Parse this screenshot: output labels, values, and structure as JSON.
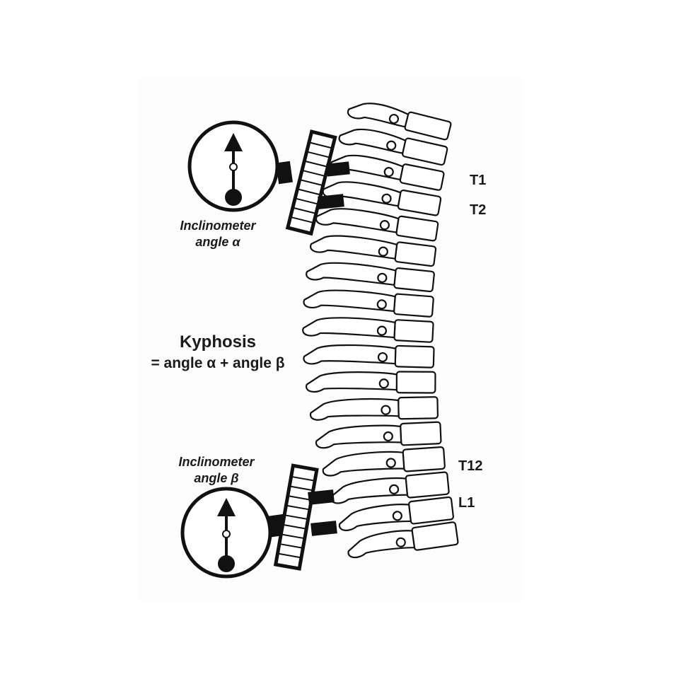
{
  "labels": {
    "inclinometer_top_line1": "Inclinometer",
    "inclinometer_top_line2": "angle α",
    "inclinometer_bottom_line1": "Inclinometer",
    "inclinometer_bottom_line2": "angle β",
    "kyphosis_title": "Kyphosis",
    "kyphosis_equation": "= angle α + angle β",
    "level_t1": "T1",
    "level_t2": "T2",
    "level_t12": "T12",
    "level_l1": "L1"
  },
  "colors": {
    "ink": "#111111",
    "paper": "#ffffff"
  }
}
